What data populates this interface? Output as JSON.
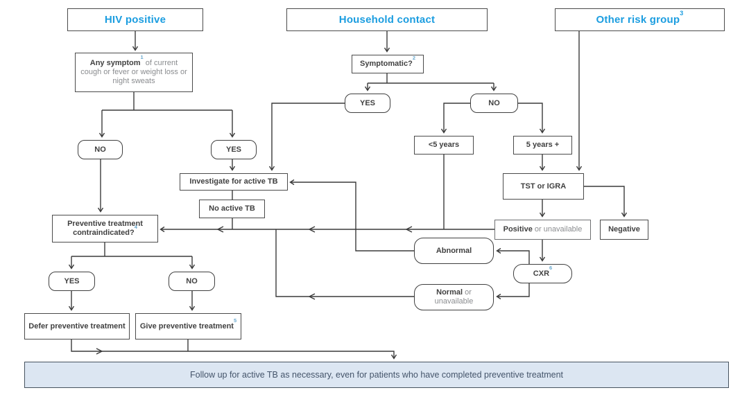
{
  "colors": {
    "accent_blue": "#1b9de0",
    "line": "#3a3a3a",
    "text_dark": "#404040",
    "text_gray": "#8a8c8f",
    "footnote_blue": "#6aa9cf",
    "bar_background": "#dce6f2",
    "bar_text": "#44546a"
  },
  "headers": {
    "hiv": "HIV positive",
    "household": "Household contact",
    "other_risk": {
      "text": "Other risk group",
      "sup": "3"
    }
  },
  "labels": {
    "yes": "YES",
    "no": "NO"
  },
  "nodes": {
    "any_symptom": {
      "bold": "Any symptom",
      "sup": "1",
      "rest": " of current cough or fever or weight loss or night sweats"
    },
    "symptomatic": {
      "bold": "Symptomatic?",
      "sup": "2"
    },
    "under_5_years": "<5 years",
    "five_years_plus": "5 years +",
    "tst_igra": "TST or IGRA",
    "positive": {
      "bold": "Positive",
      "rest": " or unavailable"
    },
    "negative": "Negative",
    "cxr": {
      "bold": "CXR",
      "sup": "6"
    },
    "abnormal": "Abnormal",
    "normal": {
      "bold": "Normal",
      "rest": " or unavailable"
    },
    "investigate": "Investigate for active TB",
    "no_active_tb": "No active TB",
    "contraindicated": {
      "bold": "Preventive treatment contraindicated?",
      "sup": "4"
    },
    "defer": "Defer preventive treatment",
    "give": {
      "bold": "Give preventive treatment",
      "sup": "5"
    },
    "follow_up": "Follow up for active TB as necessary, even for patients who have completed preventive treatment"
  }
}
